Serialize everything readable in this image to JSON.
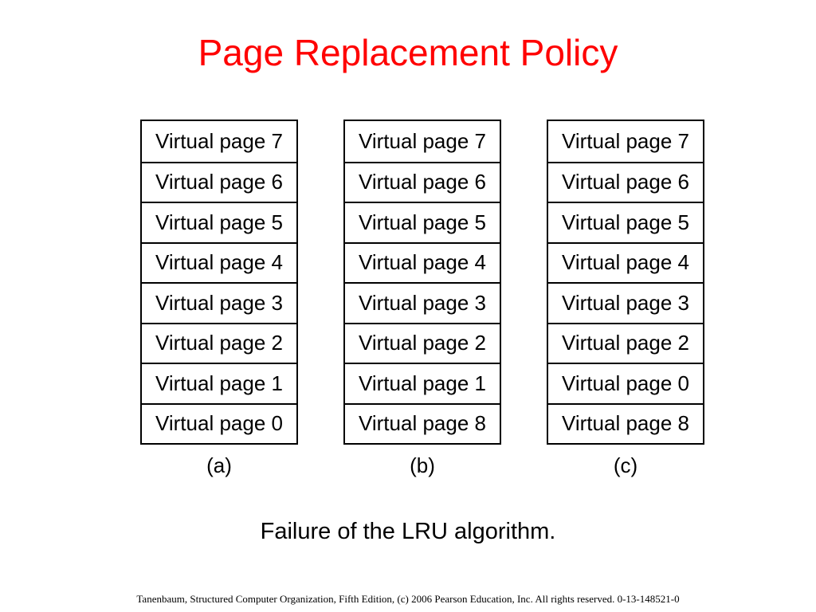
{
  "title": "Page Replacement Policy",
  "stacks": [
    {
      "label": "(a)",
      "cells": [
        "Virtual page 7",
        "Virtual page 6",
        "Virtual page 5",
        "Virtual page 4",
        "Virtual page 3",
        "Virtual page 2",
        "Virtual page 1",
        "Virtual page 0"
      ]
    },
    {
      "label": "(b)",
      "cells": [
        "Virtual page 7",
        "Virtual page 6",
        "Virtual page 5",
        "Virtual page 4",
        "Virtual page 3",
        "Virtual page 2",
        "Virtual page 1",
        "Virtual page 8"
      ]
    },
    {
      "label": "(c)",
      "cells": [
        "Virtual page 7",
        "Virtual page 6",
        "Virtual page 5",
        "Virtual page 4",
        "Virtual page 3",
        "Virtual page 2",
        "Virtual page 0",
        "Virtual page 8"
      ]
    }
  ],
  "caption": "Failure of the LRU algorithm.",
  "footer": "Tanenbaum, Structured Computer Organization, Fifth Edition, (c) 2006 Pearson Education, Inc. All rights reserved. 0-13-148521-0",
  "colors": {
    "title": "#ff0000",
    "border": "#000000"
  }
}
